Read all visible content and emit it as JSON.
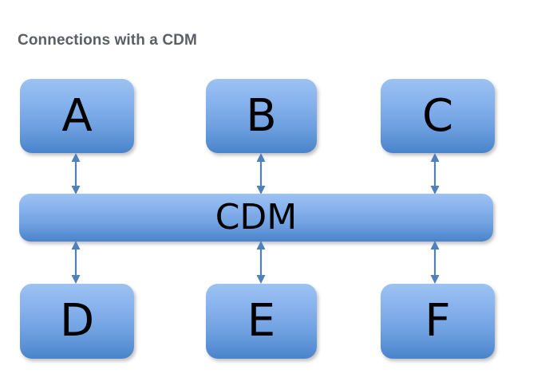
{
  "title": "Connections with a CDM",
  "colors": {
    "title_text": "#5a5f66",
    "node_gradient_top": "#9cc2f2",
    "node_gradient_bottom": "#4a83cb",
    "node_label_text": "#000000",
    "arrow": "#4f81bd",
    "background": "#ffffff"
  },
  "diagram": {
    "type": "hub-and-spoke",
    "hub": {
      "label": "CDM"
    },
    "top_nodes": [
      {
        "label": "A"
      },
      {
        "label": "B"
      },
      {
        "label": "C"
      }
    ],
    "bottom_nodes": [
      {
        "label": "D"
      },
      {
        "label": "E"
      },
      {
        "label": "F"
      }
    ],
    "connectors": [
      {
        "from": "A",
        "to": "CDM",
        "style": "double-headed-arrow"
      },
      {
        "from": "B",
        "to": "CDM",
        "style": "double-headed-arrow"
      },
      {
        "from": "C",
        "to": "CDM",
        "style": "double-headed-arrow"
      },
      {
        "from": "CDM",
        "to": "D",
        "style": "double-headed-arrow"
      },
      {
        "from": "CDM",
        "to": "E",
        "style": "double-headed-arrow"
      },
      {
        "from": "CDM",
        "to": "F",
        "style": "double-headed-arrow"
      }
    ]
  }
}
